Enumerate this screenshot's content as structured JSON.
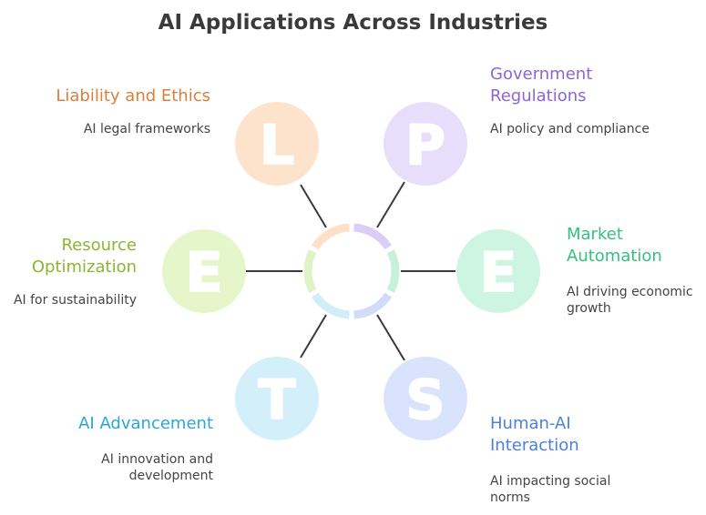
{
  "title": "AI Applications Across Industries",
  "nodes": [
    {
      "letter": "L",
      "label": "Liability and Ethics",
      "description": "AI legal frameworks",
      "label_color": "#d9803a",
      "circle_color": "#fde2cc"
    },
    {
      "letter": "P",
      "label": "Government Regulations",
      "description": "AI policy and compliance",
      "label_color": "#8a66d6",
      "circle_color": "#e6defa"
    },
    {
      "letter": "E",
      "label": "Market Automation",
      "description": "AI driving economic growth",
      "label_color": "#34c07f",
      "circle_color": "#cdf5e2"
    },
    {
      "letter": "S",
      "label": "Human-AI Interaction",
      "description": "AI impacting social norms",
      "label_color": "#4d7fe0",
      "circle_color": "#d9e3fb"
    },
    {
      "letter": "T",
      "label": "AI Advancement",
      "description": "AI innovation and development",
      "label_color": "#2aa7d6",
      "circle_color": "#d3effa"
    },
    {
      "letter": "E",
      "label": "Resource Optimization",
      "description": "AI for sustainability",
      "label_color": "#8cb531",
      "circle_color": "#e6f6cb"
    }
  ],
  "ring_colors": [
    "#d9cff6",
    "#c8f1dc",
    "#d2dcf8",
    "#cfeef8",
    "#def3c6",
    "#fde0c7"
  ]
}
